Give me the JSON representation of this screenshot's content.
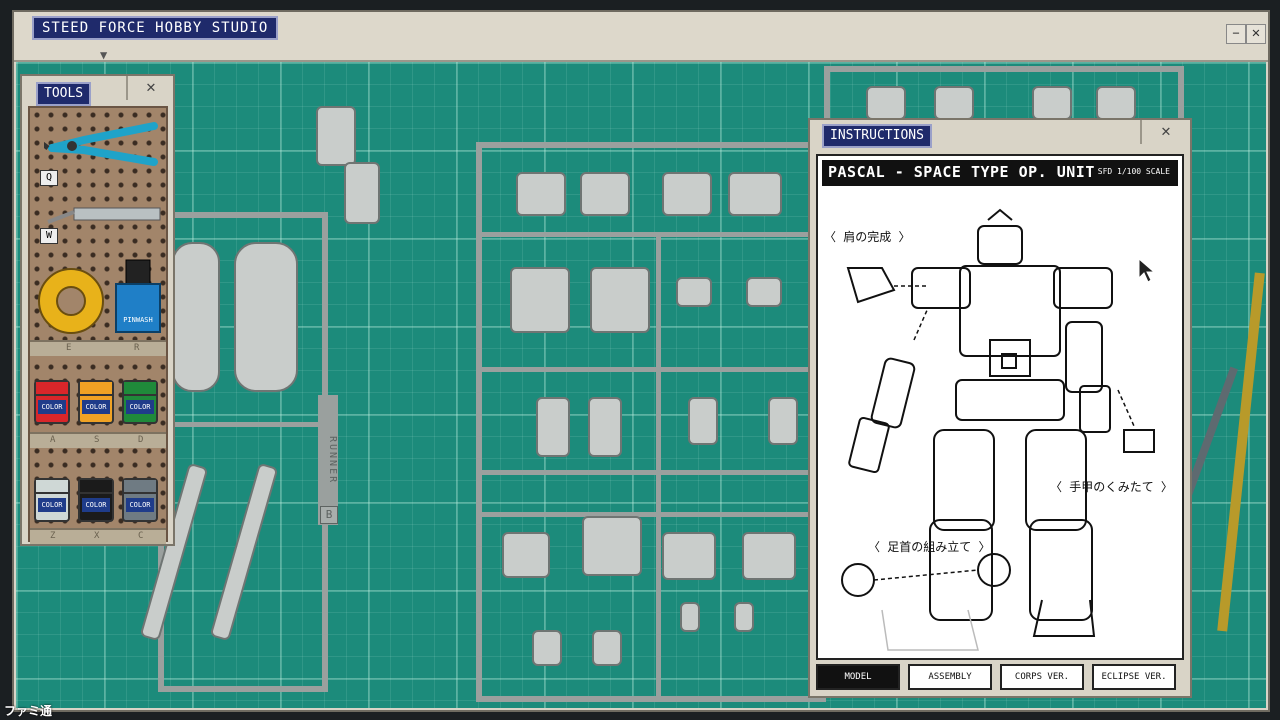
{
  "window": {
    "title": "STEED FORCE HOBBY STUDIO",
    "minimize_label": "−",
    "close_label": "✕"
  },
  "tools": {
    "title": "TOOLS",
    "close_label": "✕",
    "hotkeys": {
      "cutter": "Q",
      "file": "W",
      "tape": "E",
      "pinwash": "R",
      "paint_row1": [
        "A",
        "S",
        "D"
      ],
      "paint_row2": [
        "Z",
        "X",
        "C"
      ]
    },
    "pinwash_label": "PINWASH",
    "paint_label": "COLOR",
    "paint_colors_row1": [
      "#d9262a",
      "#f0a224",
      "#1f8a3a"
    ],
    "paint_colors_row2": [
      "#cfd8d6",
      "#1b1b1b",
      "#6f7b83"
    ]
  },
  "runner": {
    "label": "RUNNER",
    "letter": "B"
  },
  "instructions": {
    "title": "INSTRUCTIONS",
    "close_label": "✕",
    "model_name": "PASCAL - SPACE TYPE OP. UNIT",
    "scale": "SFD 1/100 SCALE",
    "callouts": {
      "shoulder": "〈 肩の完成 〉",
      "hand": "〈 手甲のくみたて 〉",
      "ankle": "〈 足首の組み立て 〉"
    },
    "tabs": [
      "MODEL",
      "ASSEMBLY",
      "CORPS VER.",
      "ECLIPSE VER."
    ],
    "active_tab": "MODEL"
  },
  "watermark": "ファミ通"
}
